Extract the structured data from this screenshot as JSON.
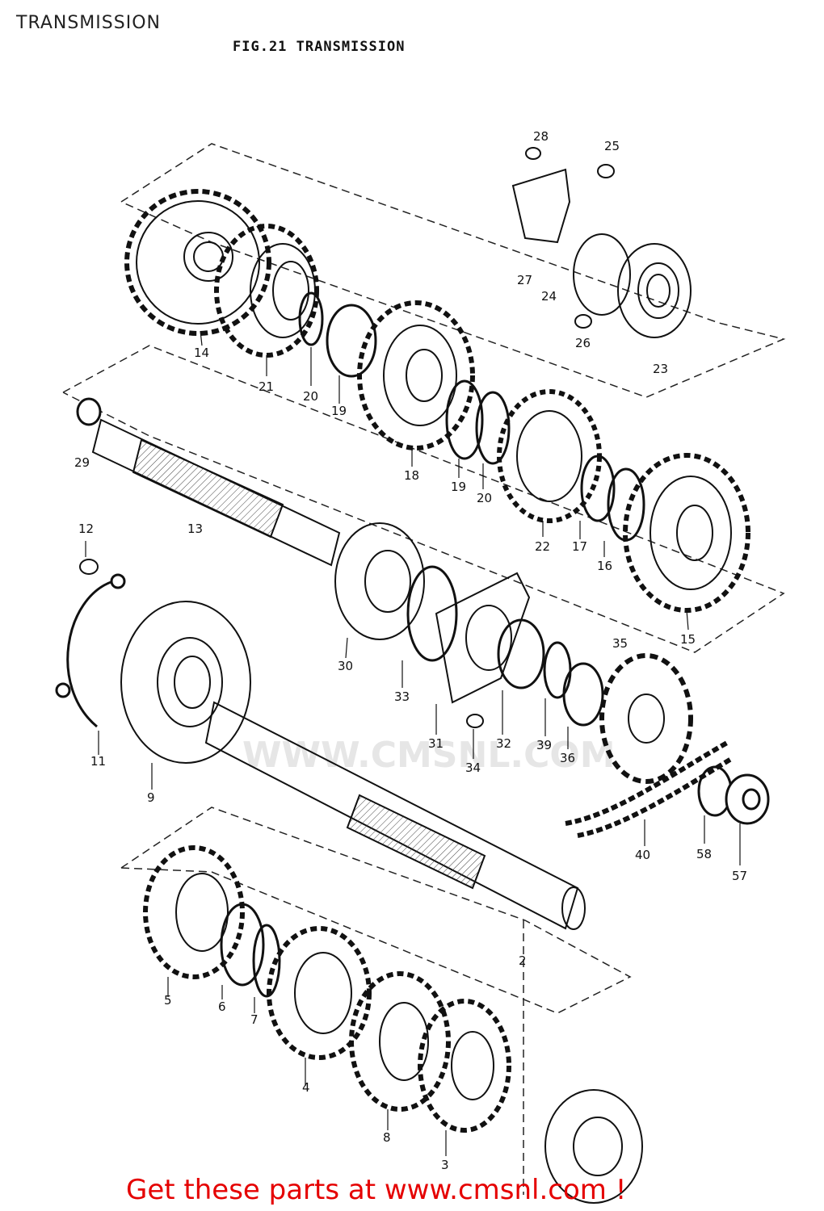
{
  "page": {
    "title": "TRANSMISSION",
    "figure_title": "FIG.21  TRANSMISSION",
    "watermark": "WWW.CMSNL.COM",
    "footer_link": "Get these parts at www.cmsnl.com !"
  },
  "part_labels": [
    "2",
    "3",
    "4",
    "5",
    "6",
    "7",
    "8",
    "9",
    "11",
    "12",
    "13",
    "14",
    "15",
    "16",
    "17",
    "18",
    "19",
    "20",
    "19",
    "20",
    "21",
    "22",
    "23",
    "24",
    "25",
    "26",
    "27",
    "28",
    "29",
    "30",
    "31",
    "32",
    "33",
    "34",
    "35",
    "36",
    "39",
    "40",
    "57",
    "58"
  ]
}
